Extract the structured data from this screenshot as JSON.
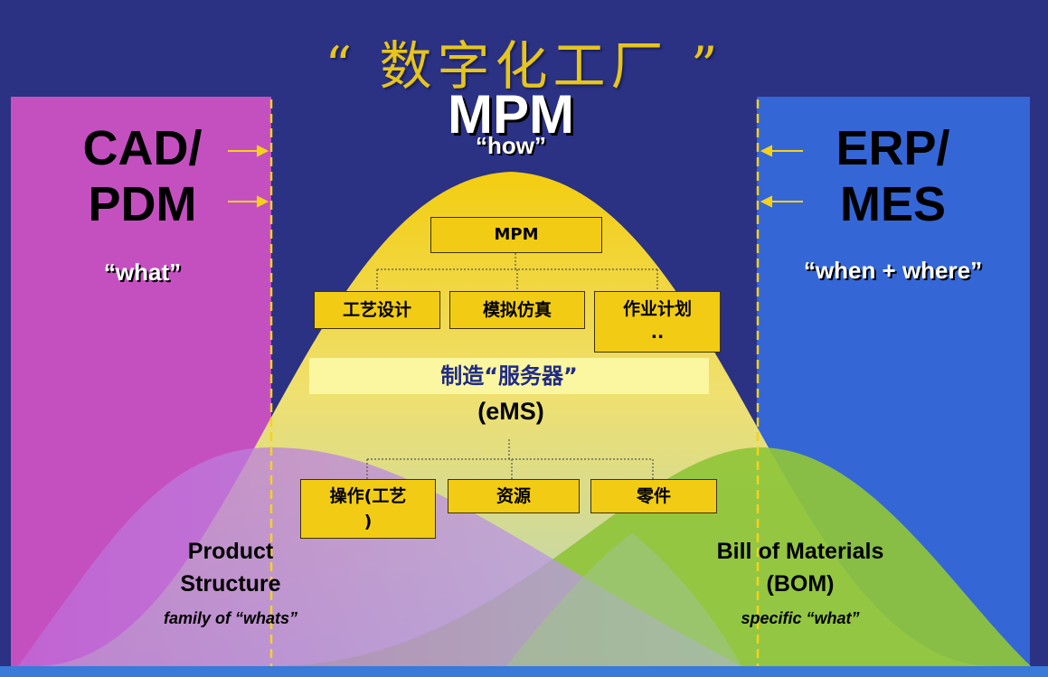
{
  "title": "“ 数字化工厂 ”",
  "center": {
    "heading": "MPM",
    "subheading": "“how”"
  },
  "left": {
    "line1": "CAD/",
    "line2": "PDM",
    "quote": "“what”"
  },
  "right": {
    "line1": "ERP/",
    "line2": "MES",
    "quote": "“when + where”"
  },
  "tree_top": {
    "root": "MPM",
    "children": [
      "工艺设计",
      "模拟仿真",
      "作业计划\n.."
    ]
  },
  "server": {
    "label": "制造“服务器”",
    "abbr": "(eMS)"
  },
  "tree_bottom": {
    "children": [
      "操作(工艺\n)",
      "资源",
      "零件"
    ]
  },
  "product_structure": {
    "line1": "Product",
    "line2": "Structure",
    "sub": "family of “whats”"
  },
  "bom": {
    "line1": "Bill of Materials",
    "line2": "(BOM)",
    "sub": "specific “what”"
  },
  "colors": {
    "background": "#2b3183",
    "cad_panel": "#c450c0",
    "erp_panel": "#3466d6",
    "bell": "#f2cc14",
    "accent_line": "#f5d21a"
  }
}
